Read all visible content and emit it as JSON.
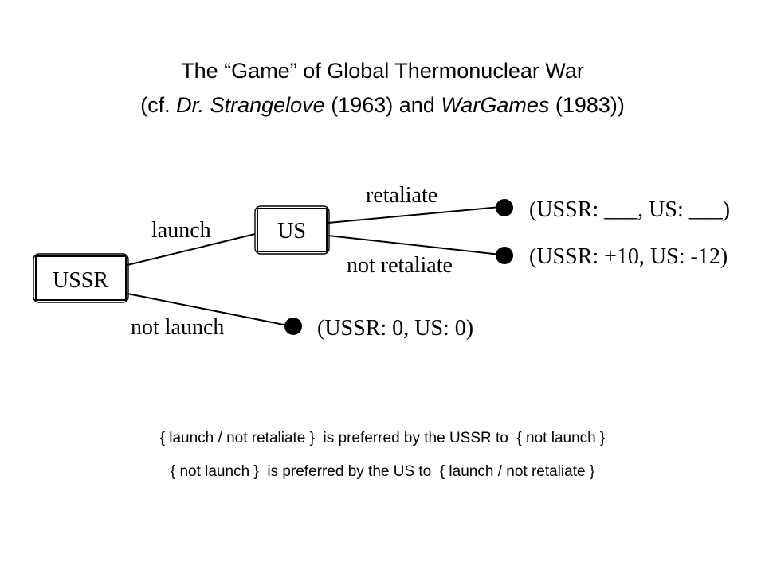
{
  "title": {
    "line1": "The “Game” of Global Thermonuclear War",
    "line2_prefix": "(cf. ",
    "line2_film1": "Dr. Strangelove",
    "line2_year1": " (1963) and ",
    "line2_film2": "WarGames",
    "line2_year2": " (1983))"
  },
  "tree": {
    "nodes": {
      "ussr": "USSR",
      "us": "US"
    },
    "edges": {
      "launch": "launch",
      "not_launch": "not launch",
      "retaliate": "retaliate",
      "not_retaliate": "not retaliate"
    },
    "payoffs": {
      "retaliate": "(USSR: ___, US: ___)",
      "not_retaliate": "(USSR: +10, US: -12)",
      "not_launch": "(USSR: 0, US: 0)"
    }
  },
  "captions": {
    "line1": "{ launch / not retaliate }  is preferred by the USSR to  { not launch }",
    "line2": "{ not launch }  is preferred by the US to  { launch / not retaliate }"
  }
}
